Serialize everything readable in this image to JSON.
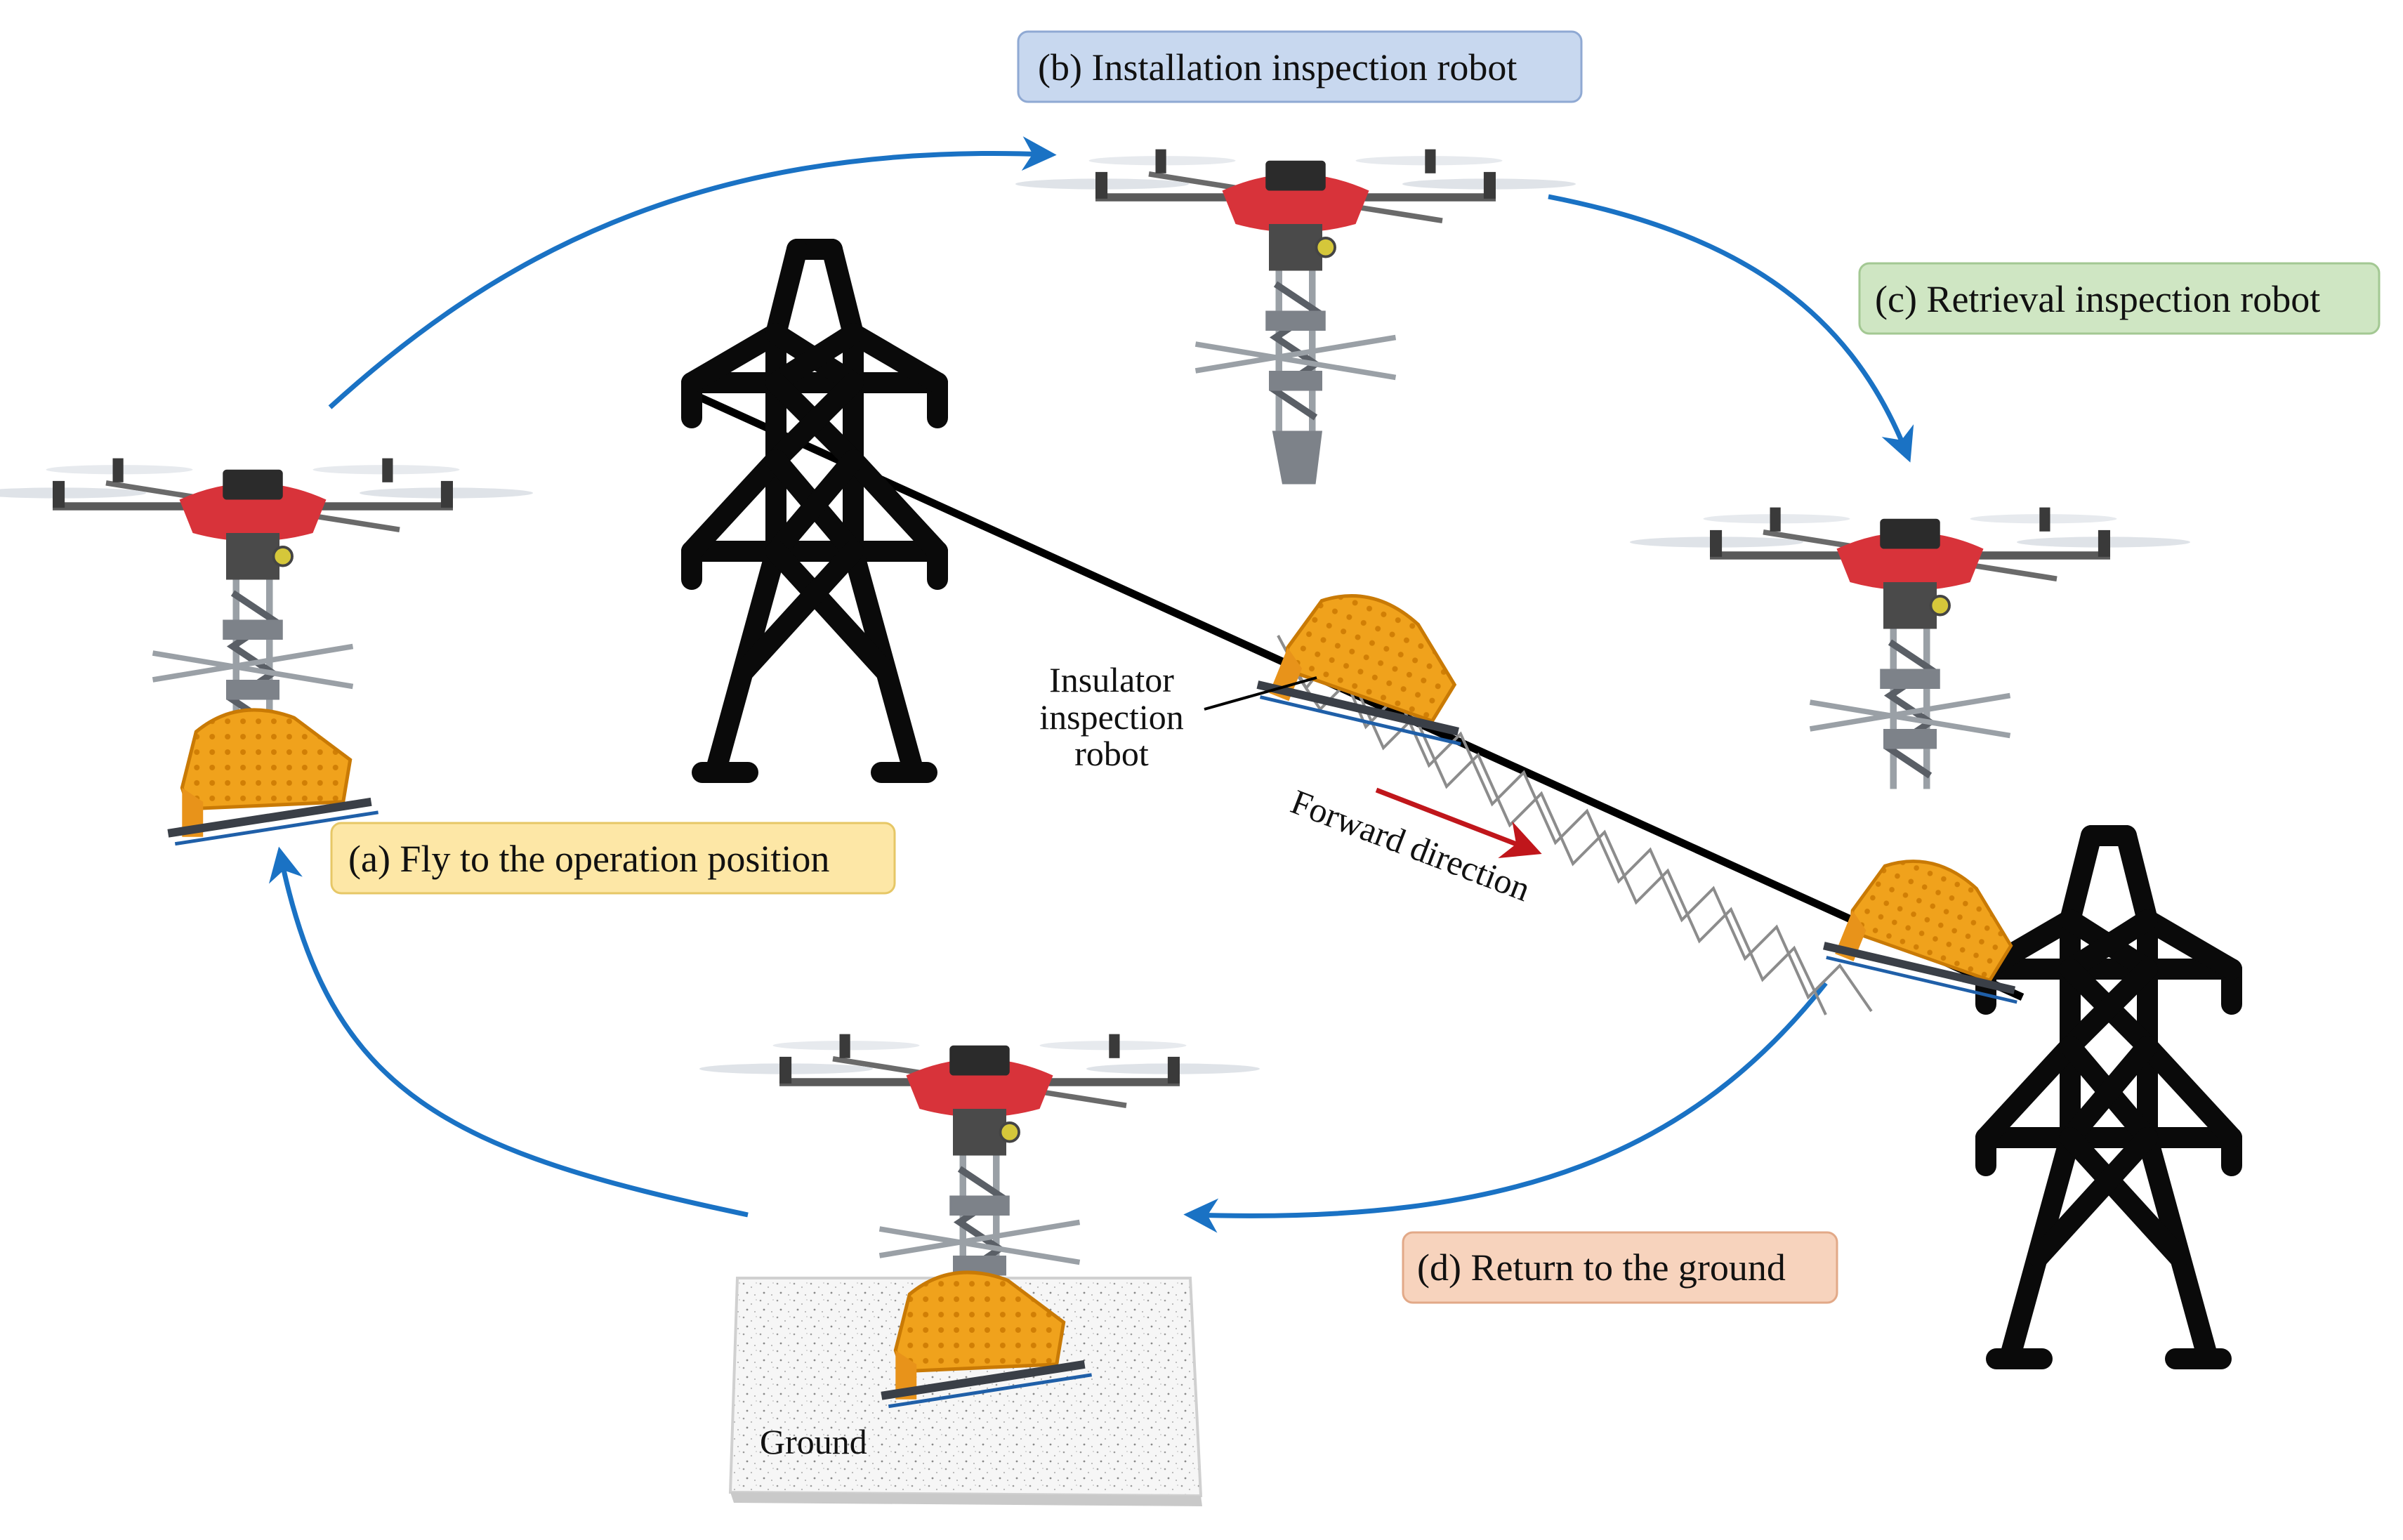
{
  "labels": {
    "a": {
      "text": "(a)  Fly to the operation position",
      "fill": "#fde7a6",
      "stroke": "#e6c766"
    },
    "b": {
      "text": "(b)  Installation inspection robot",
      "fill": "#c8d8ef",
      "stroke": "#8fa9d3"
    },
    "c": {
      "text": "(c)  Retrieval inspection robot",
      "fill": "#cfe6c3",
      "stroke": "#a3c893"
    },
    "d": {
      "text": "(d)  Return to the ground",
      "fill": "#f7d3bd",
      "stroke": "#e2a988"
    }
  },
  "annotations": {
    "insulator_line1": "Insulator",
    "insulator_line2": "inspection",
    "insulator_line3": "robot",
    "forward_direction": "Forward direction",
    "ground": "Ground"
  },
  "colors": {
    "cycle_arrow": "#1a72c4",
    "forward_arrow": "#c0161b",
    "tower": "#0a0a0a",
    "power_line": "#000000",
    "robot_orange": "#f0a21c",
    "drone_red": "#d8333a",
    "drone_dark": "#2b2b2b",
    "frame_grey": "#9aa0a6"
  },
  "icons": {
    "drone": "quadcopter-drone-icon",
    "tower": "transmission-tower-icon",
    "insulator": "insulator-string-icon"
  }
}
